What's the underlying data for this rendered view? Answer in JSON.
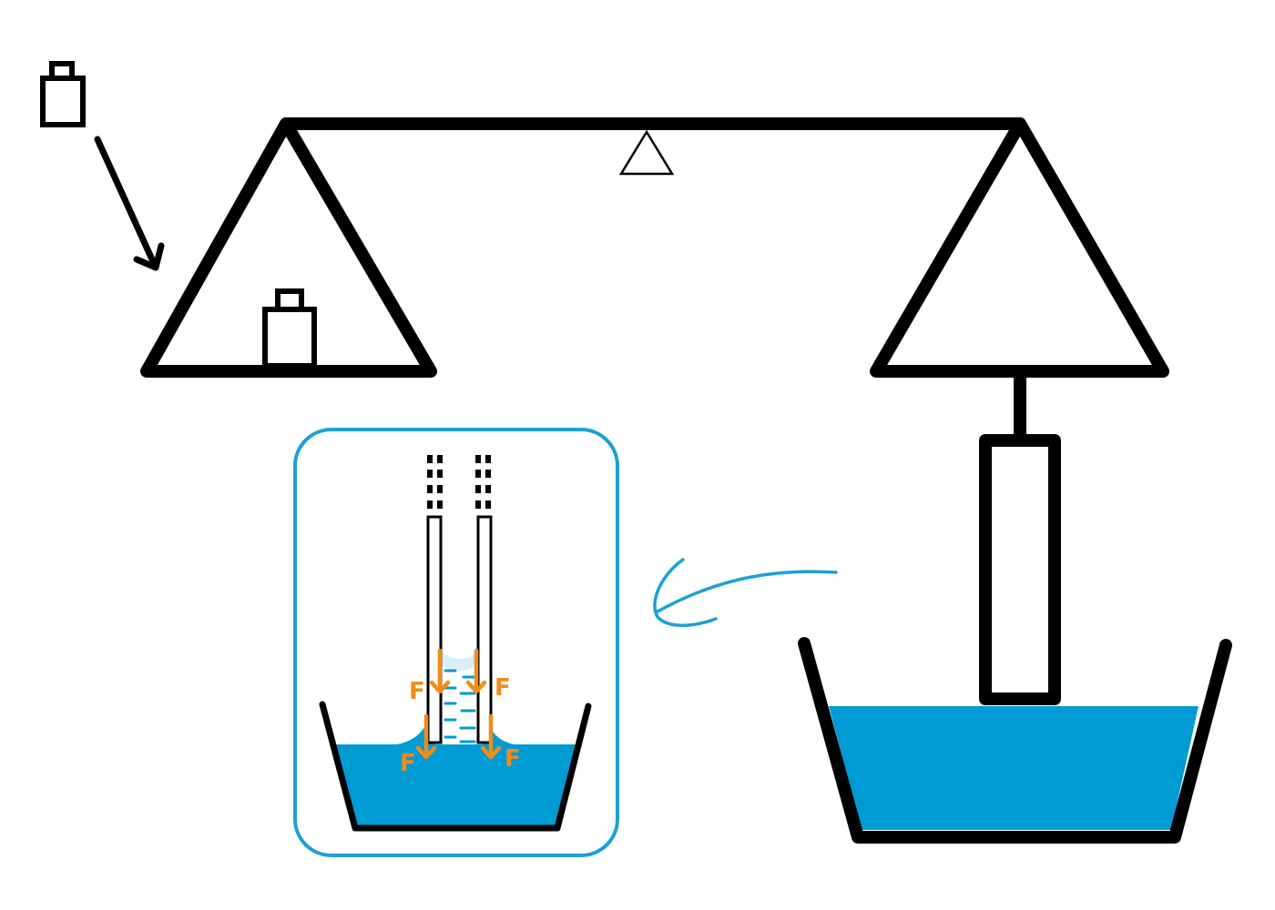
{
  "diagram": {
    "colors": {
      "stroke": "#000000",
      "water": "#019bd3",
      "inset_border": "#1da0d6",
      "force_arrow": "#f08c1a"
    },
    "inset": {
      "force_labels": [
        "F",
        "F",
        "F",
        "F"
      ]
    }
  }
}
